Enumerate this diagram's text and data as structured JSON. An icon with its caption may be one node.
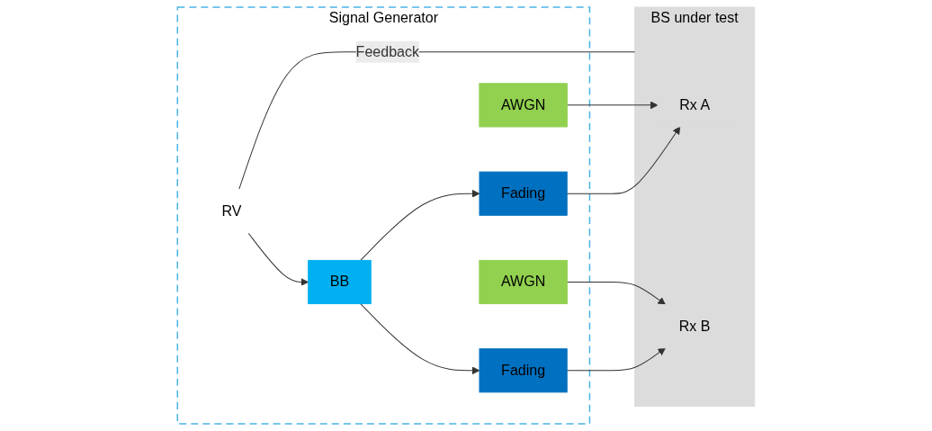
{
  "diagram": {
    "nodes": [
      {
        "text": [
          "Signal Generator"
        ]
      },
      {
        "text": [
          "RV"
        ],
        "in": 0
      },
      {
        "text": [
          "BB"
        ],
        "in": 0
      },
      {
        "text": [
          "Fading"
        ],
        "in": 0
      },
      {
        "text": [
          "AWGN"
        ],
        "in": 0
      },
      {
        "text": [
          "Fading"
        ],
        "in": 0
      },
      {
        "text": [
          "AWGN"
        ],
        "in": 0
      },
      {
        "text": [
          "BS under test"
        ]
      },
      {
        "text": [
          "Rx A"
        ],
        "in": 7
      },
      {
        "text": [
          "Rx B"
        ],
        "in": 7
      }
    ],
    "edges": [
      {
        "from": 1,
        "to": 2,
        "arrow": "to"
      },
      {
        "from": 2,
        "to": 3,
        "arrow": "to"
      },
      {
        "from": 2,
        "to": 5,
        "arrow": "to"
      },
      {
        "from": 3,
        "to": 8,
        "arrow": "to"
      },
      {
        "from": 4,
        "to": 8,
        "arrow": "to"
      },
      {
        "from": 5,
        "to": 9,
        "arrow": "to"
      },
      {
        "from": 6,
        "to": 9,
        "arrow": "to"
      },
      {
        "from": 7,
        "to": 1,
        "label": "Feedback",
        "arrow": "none"
      }
    ]
  }
}
